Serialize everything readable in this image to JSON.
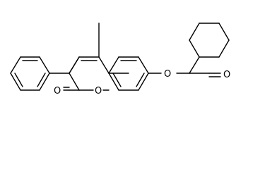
{
  "molecule": {
    "atoms": {
      "ring_oxygen": "O",
      "carbonyl_oxygen": "O",
      "ester_oxygen": "O",
      "ester_carbonyl_oxygen": "O"
    }
  },
  "colors": {
    "background": "#ffffff",
    "ink": "#000000"
  }
}
